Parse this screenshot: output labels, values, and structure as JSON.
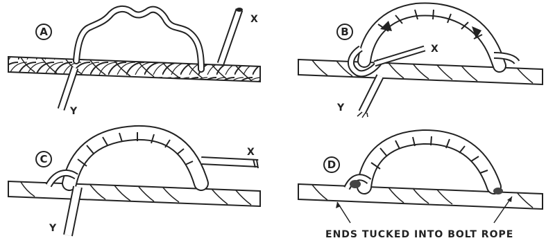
{
  "panels": [
    {
      "id": "A",
      "end_labels": [
        "X",
        "Y"
      ]
    },
    {
      "id": "B",
      "end_labels": [
        "X",
        "Y"
      ]
    },
    {
      "id": "C",
      "end_labels": [
        "X",
        "Y"
      ]
    },
    {
      "id": "D",
      "end_labels": []
    }
  ],
  "caption": "ENDS TUCKED INTO BOLT ROPE",
  "colors": {
    "ink": "#222222",
    "paper": "#ffffff"
  }
}
